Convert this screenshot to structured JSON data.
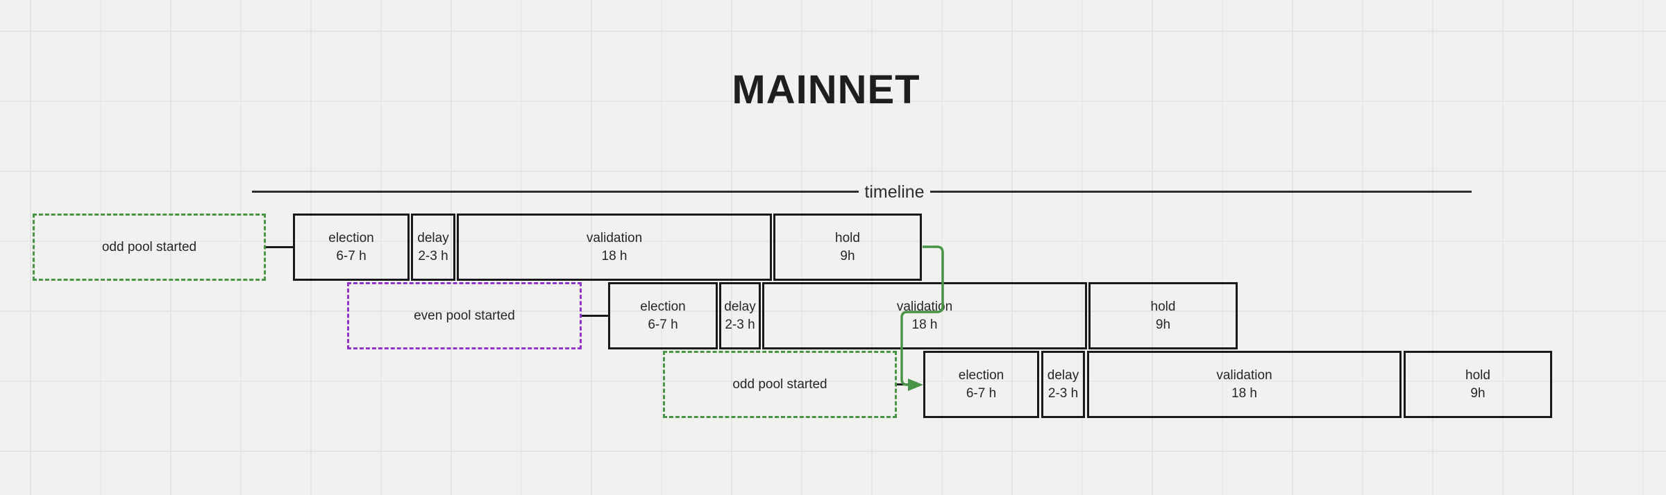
{
  "title": "MAINNET",
  "timeline_label": "timeline",
  "colors": {
    "green": "#4a9448",
    "purple": "#9133c9",
    "ink": "#262626"
  },
  "rows": [
    {
      "trigger": {
        "label": "odd pool started",
        "color": "green"
      },
      "phases": [
        {
          "name": "election",
          "duration": "6-7 h"
        },
        {
          "name": "delay",
          "duration": "2-3 h"
        },
        {
          "name": "validation",
          "duration": "18 h"
        },
        {
          "name": "hold",
          "duration": "9h"
        }
      ]
    },
    {
      "trigger": {
        "label": "even pool started",
        "color": "purple"
      },
      "phases": [
        {
          "name": "election",
          "duration": "6-7 h"
        },
        {
          "name": "delay",
          "duration": "2-3 h"
        },
        {
          "name": "validation",
          "duration": "18 h"
        },
        {
          "name": "hold",
          "duration": "9h"
        }
      ]
    },
    {
      "trigger": {
        "label": "odd pool started",
        "color": "green"
      },
      "phases": [
        {
          "name": "election",
          "duration": "6-7 h"
        },
        {
          "name": "delay",
          "duration": "2-3 h"
        },
        {
          "name": "validation",
          "duration": "18 h"
        },
        {
          "name": "hold",
          "duration": "9h"
        }
      ]
    }
  ]
}
